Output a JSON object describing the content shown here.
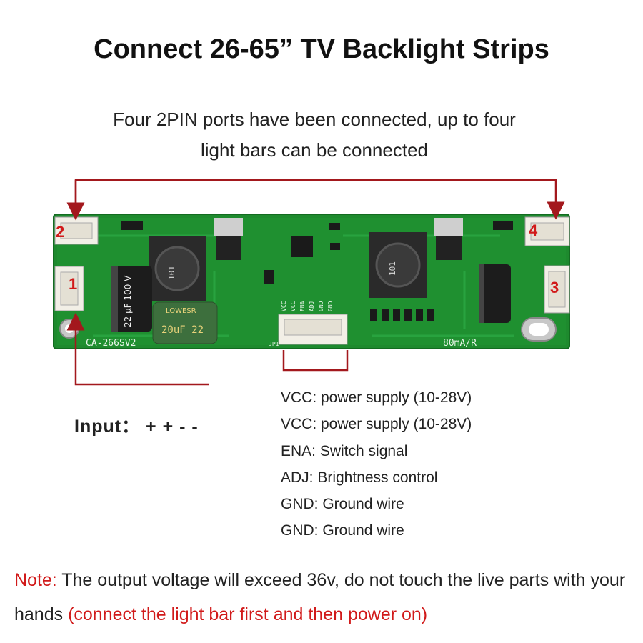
{
  "title": "Connect 26-65” TV Backlight Strips",
  "subtitle_line1": "Four 2PIN ports have been connected, up to four",
  "subtitle_line2": "light bars can be connected",
  "ports": [
    "1",
    "2",
    "3",
    "4"
  ],
  "board": {
    "model": "CA-266SV2",
    "current": "80mA/R",
    "capacitor_left": "22 µF 100 V",
    "capacitor_brand": "LOWESR",
    "capacitor_small": "20uF 22",
    "inductor": "101",
    "header_pins": [
      "VCC",
      "VCC",
      "ENA",
      "ADJ",
      "GND",
      "GND"
    ],
    "header_ref": "JP1"
  },
  "input_label": "Input： + + -  -",
  "pins": [
    "VCC: power supply (10-28V)",
    "VCC: power supply (10-28V)",
    "ENA: Switch signal",
    "ADJ: Brightness control",
    "GND: Ground wire",
    "GND: Ground wire"
  ],
  "note": {
    "prefix": "Note:",
    "text": " The output voltage will exceed 36v, do not touch the live parts with your hands ",
    "warning": "(connect the light bar first and then power on)"
  },
  "colors": {
    "annotation_red": "#a3181d",
    "pcb_green": "#1e8a2e",
    "note_red": "#d11a1a"
  }
}
